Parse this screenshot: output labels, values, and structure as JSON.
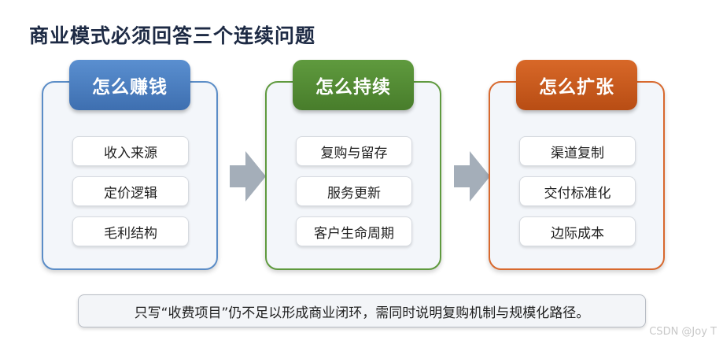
{
  "title": "商业模式必须回答三个连续问题",
  "columns": [
    {
      "header": "怎么赚钱",
      "items": [
        "收入来源",
        "定价逻辑",
        "毛利结构"
      ]
    },
    {
      "header": "怎么持续",
      "items": [
        "复购与留存",
        "服务更新",
        "客户生命周期"
      ]
    },
    {
      "header": "怎么扩张",
      "items": [
        "渠道复制",
        "交付标准化",
        "边际成本"
      ]
    }
  ],
  "note": "只写“收费项目”仍不足以形成商业闭环，需同时说明复购机制与规模化路径。",
  "watermark": "CSDN @Joy T",
  "colors": {
    "blue": "#4a7fc1",
    "green": "#548c35",
    "orange": "#c85a1e",
    "arrow": "#a4aeb9"
  }
}
